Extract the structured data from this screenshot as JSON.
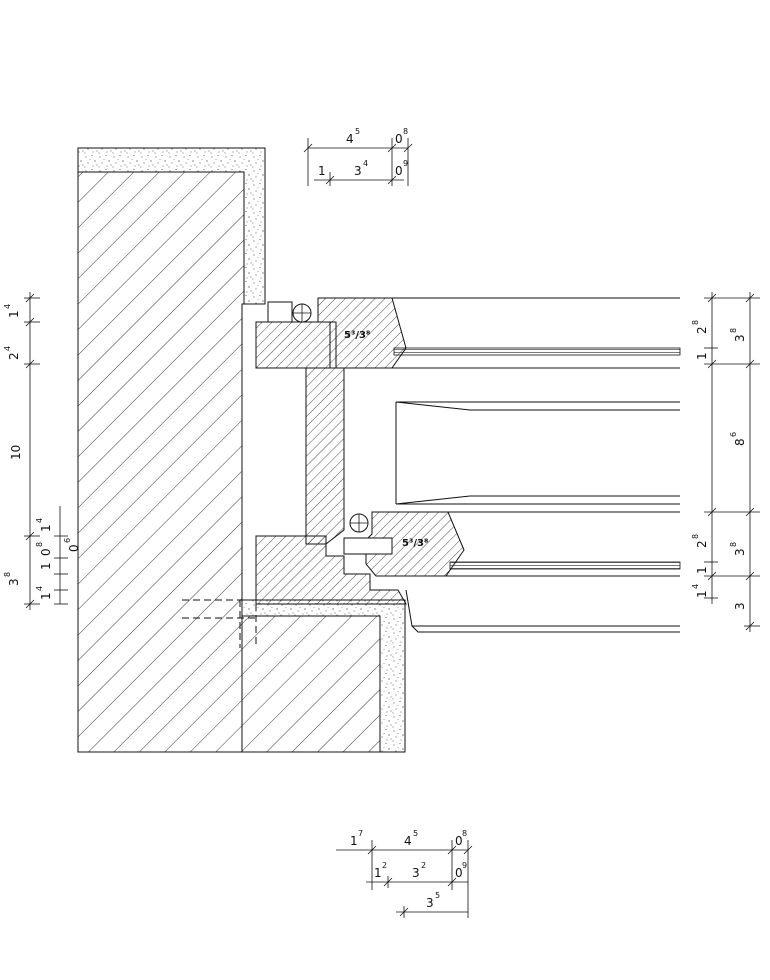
{
  "labels": {
    "glass_upper": "5³/3⁸",
    "glass_lower": "5³/3⁸"
  },
  "dims": {
    "top": {
      "a": "4",
      "a_sup": "5",
      "b": "0",
      "b_sup": "8",
      "c": "1",
      "d": "3",
      "d_sup": "4",
      "e": "0",
      "e_sup": "9"
    },
    "left": {
      "a": "1",
      "a_sup": "4",
      "b": "2",
      "b_sup": "4",
      "c": "10",
      "d": "1",
      "d_sup": "4",
      "e": "0",
      "e_sup": "6",
      "f": "1",
      "g": "0",
      "g_sup": "8",
      "h": "3",
      "h_sup": "8",
      "i": "1",
      "i_sup": "4"
    },
    "right": {
      "a": "2",
      "a_sup": "8",
      "b": "3",
      "b_sup": "8",
      "c": "1",
      "d": "8",
      "d_sup": "6",
      "e": "2",
      "e_sup": "8",
      "f": "3",
      "f_sup": "8",
      "g": "1",
      "h": "1",
      "h_sup": "4",
      "i": "3"
    },
    "bottom": {
      "a": "1",
      "a_sup": "7",
      "b": "4",
      "b_sup": "5",
      "c": "0",
      "c_sup": "8",
      "d": "1",
      "d_sup": "2",
      "e": "3",
      "e_sup": "2",
      "f": "0",
      "f_sup": "9",
      "g": "3",
      "g_sup": "5"
    }
  }
}
